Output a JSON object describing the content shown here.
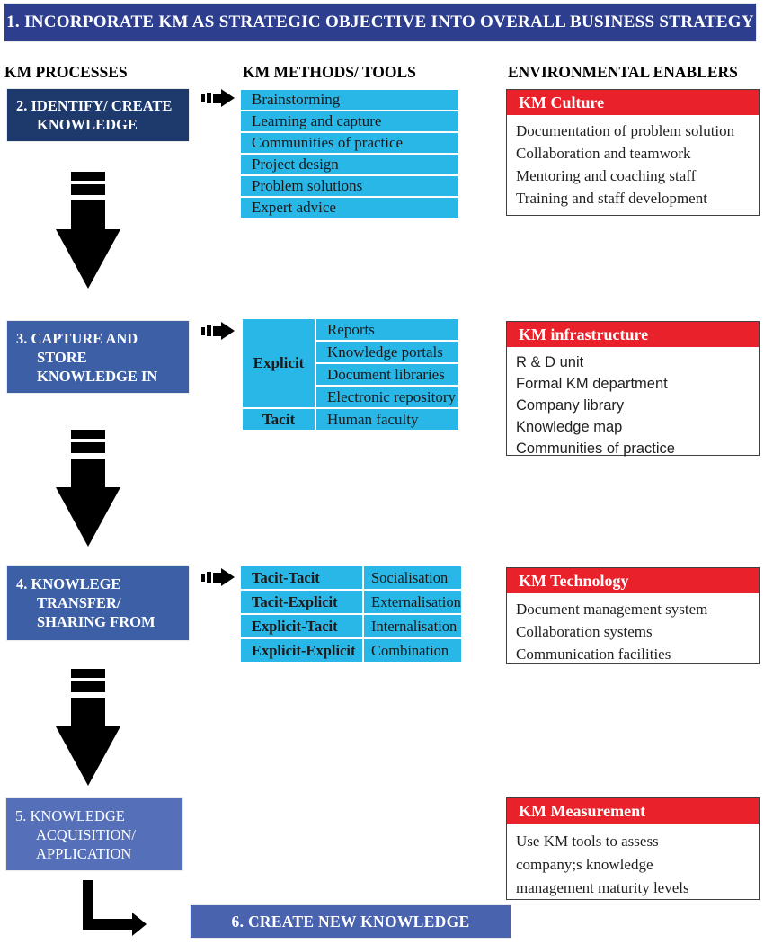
{
  "colors": {
    "banner_top_bg": "#2d3e8e",
    "step2_bg": "#1e3a6d",
    "step34_bg": "#3c5fa6",
    "step5_bg": "#5570b8",
    "banner_bottom_bg": "#4a63ae",
    "method_cell_bg": "#29b7e8",
    "enabler_header_bg": "#e8212a"
  },
  "banner_top": "1. INCORPORATE KM AS STRATEGIC OBJECTIVE INTO OVERALL BUSINESS STRATEGY",
  "banner_bottom": "6. CREATE NEW KNOWLEDGE",
  "column_headers": {
    "processes": "KM PROCESSES",
    "methods": "KM METHODS/ TOOLS",
    "enablers": "ENVIRONMENTAL ENABLERS"
  },
  "process_steps": [
    {
      "lines": [
        "2. IDENTIFY/ CREATE",
        "KNOWLEDGE"
      ]
    },
    {
      "lines": [
        "3. CAPTURE AND",
        "STORE",
        "KNOWLEDGE IN"
      ]
    },
    {
      "lines": [
        "4. KNOWLEGE",
        "TRANSFER/",
        "SHARING FROM"
      ]
    },
    {
      "lines": [
        "5. KNOWLEDGE",
        "ACQUISITION/",
        "APPLICATION"
      ]
    }
  ],
  "methods_list": [
    "Brainstorming",
    "Learning and capture",
    "Communities of practice",
    "Project design",
    "Problem solutions",
    "Expert advice"
  ],
  "storage_table": {
    "explicit_label": "Explicit",
    "explicit_items": [
      "Reports",
      "Knowledge portals",
      "Document libraries",
      "Electronic repository"
    ],
    "tacit_label": "Tacit",
    "tacit_item": "Human faculty"
  },
  "transfer_table": {
    "rows": [
      {
        "from": "Tacit-Tacit",
        "mode": "Socialisation"
      },
      {
        "from": "Tacit-Explicit",
        "mode": "Externalisation"
      },
      {
        "from": "Explicit-Tacit",
        "mode": "Internalisation"
      },
      {
        "from": "Explicit-Explicit",
        "mode": "Combination"
      }
    ]
  },
  "enablers": [
    {
      "title": "KM Culture",
      "items": [
        "Documentation of problem solution",
        "Collaboration and teamwork",
        "Mentoring and coaching staff",
        "Training and staff development"
      ]
    },
    {
      "title": "KM infrastructure",
      "items": [
        "R & D unit",
        "Formal KM department",
        "Company library",
        "Knowledge map",
        "Communities of practice"
      ]
    },
    {
      "title": "KM Technology",
      "items": [
        "Document management system",
        "Collaboration systems",
        "Communication facilities"
      ]
    },
    {
      "title": "KM Measurement",
      "items": [
        "Use KM tools to assess",
        "company;s knowledge",
        "management maturity levels"
      ]
    }
  ]
}
